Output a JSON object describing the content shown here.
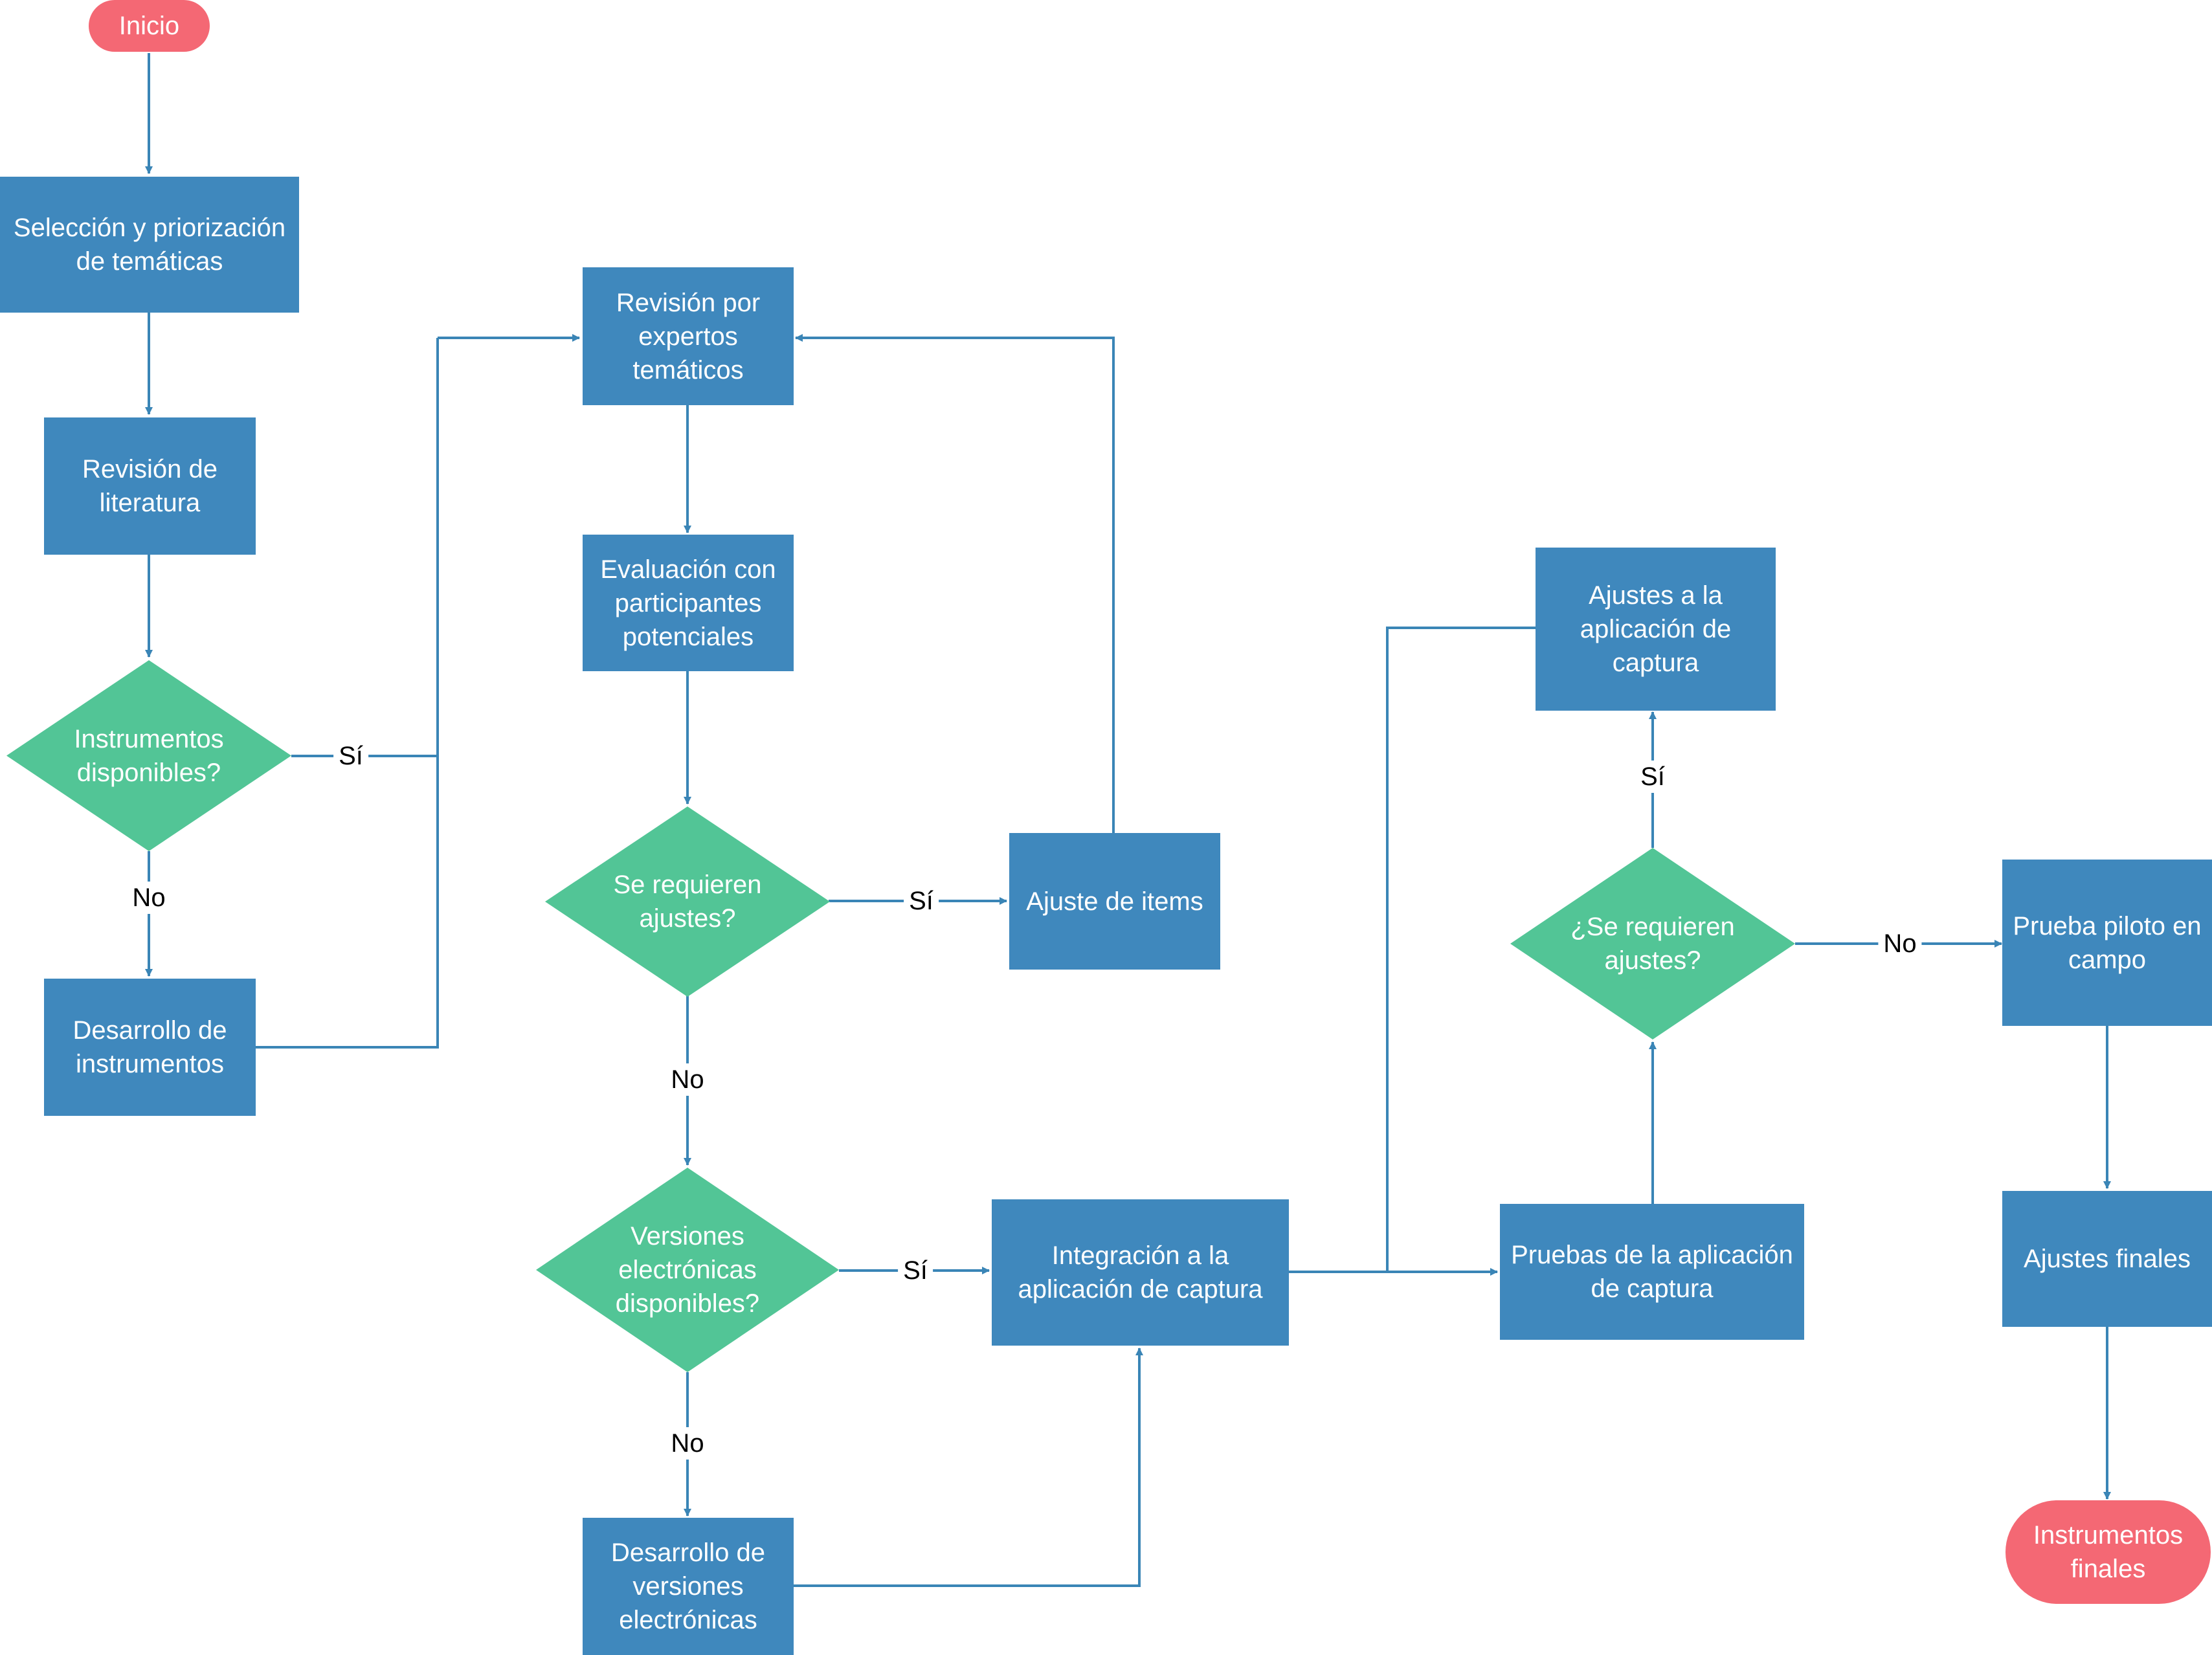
{
  "colors": {
    "process": "#3f88bd",
    "decision": "#52c596",
    "terminal": "#f46874",
    "connector": "#3a85b6",
    "node_text": "#ffffff",
    "edge_label_text": "#000000"
  },
  "nodes": {
    "inicio": "Inicio",
    "seleccion": "Selección y priorización\nde temáticas",
    "revision_literatura": "Revisión de\nliteratura",
    "instrumentos_disponibles": "Instrumentos\ndisponibles?",
    "desarrollo_instrumentos": "Desarrollo de\ninstrumentos",
    "revision_expertos": "Revisión por\nexpertos\ntemáticos",
    "evaluacion_participantes": "Evaluación con\nparticipantes\npotenciales",
    "se_requieren_ajustes_1": "Se requieren\najustes?",
    "ajuste_items": "Ajuste de items",
    "versiones_electronicas": "Versiones\nelectrónicas\ndisponibles?",
    "desarrollo_versiones": "Desarrollo de\nversiones\nelectrónicas",
    "integracion": "Integración a la\naplicación de captura",
    "pruebas_aplicacion": "Pruebas de la aplicación\nde captura",
    "se_requieren_ajustes_2": "¿Se requieren\najustes?",
    "ajustes_aplicacion": "Ajustes a la\naplicación de\ncaptura",
    "prueba_piloto": "Prueba piloto en\ncampo",
    "ajustes_finales": "Ajustes finales",
    "instrumentos_finales": "Instrumentos\nfinales"
  },
  "edge_labels": {
    "instrumentos_si": "Sí",
    "instrumentos_no": "No",
    "ajustes1_si": "Sí",
    "ajustes1_no": "No",
    "versiones_si": "Sí",
    "versiones_no": "No",
    "ajustes2_si": "Sí",
    "ajustes2_no": "No"
  }
}
